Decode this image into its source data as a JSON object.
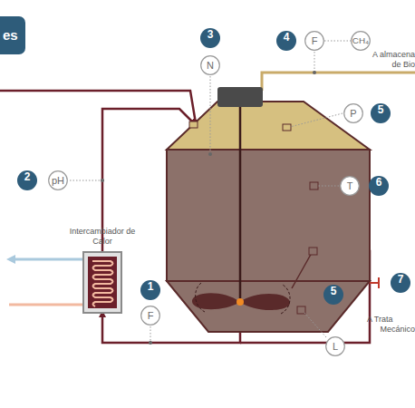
{
  "diagram": {
    "title": "es",
    "nodes": [
      {
        "text": [
          "3"
        ]
      },
      {
        "text": [
          "N"
        ]
      },
      {
        "text": [
          "4"
        ]
      },
      {
        "text": [
          "F"
        ]
      },
      {
        "text": [
          "CH₄"
        ]
      },
      {
        "text": [
          "5"
        ]
      },
      {
        "text": [
          "P"
        ]
      },
      {
        "text": [
          "2"
        ]
      },
      {
        "text": [
          "pH"
        ]
      },
      {
        "text": [
          "6"
        ]
      },
      {
        "text": [
          "T"
        ]
      },
      {
        "text": [
          "Intercambiador de Calor"
        ]
      },
      {
        "text": [
          "1"
        ]
      },
      {
        "text": [
          "F"
        ]
      },
      {
        "text": [
          "5"
        ]
      },
      {
        "text": [
          "L"
        ]
      },
      {
        "text": [
          "7"
        ]
      }
    ],
    "edges": [
      {
        "from": 3,
        "to": 4,
        "arrow": "none"
      }
    ],
    "labels": [
      "A almacena",
      "de Bio",
      "A Trata",
      "Mecánico"
    ]
  }
}
